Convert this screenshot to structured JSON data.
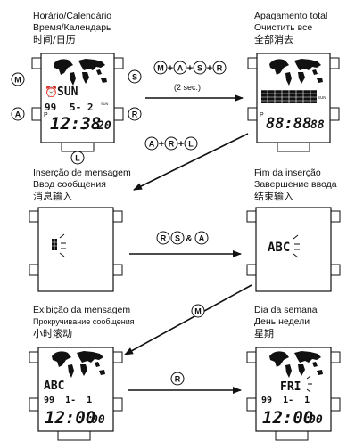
{
  "captions": {
    "p1": {
      "pt": "Horário/Calendário",
      "ru": "Время/Календарь",
      "cn": "时间/日历"
    },
    "p2": {
      "pt": "Apagamento total",
      "ru": "Очистить все",
      "cn": "全部消去"
    },
    "p3": {
      "pt": "Inserção de mensagem",
      "ru": "Ввод сообщения",
      "cn": "消息输入"
    },
    "p4": {
      "pt": "Fim da inserção",
      "ru": "Завершение ввода",
      "cn": "结束输入"
    },
    "p5": {
      "pt": "Exibição da mensagem",
      "ru": "Прокручивание сообщения",
      "cn": "小时滚动"
    },
    "p6": {
      "pt": "Dia da semana",
      "ru": "День недели",
      "cn": "星期"
    }
  },
  "buttons": {
    "M": "M",
    "S": "S",
    "A": "A",
    "R": "R",
    "L": "L"
  },
  "arrows": {
    "a1_combo": [
      "M",
      "A",
      "S",
      "R"
    ],
    "a1_note": "(2 sec.)",
    "a2_combo": [
      "A",
      "R",
      "L"
    ],
    "a3_combo": [
      "R",
      "S",
      "A"
    ],
    "a3_amp": "&",
    "a4_btn": "M",
    "a5_btn": "R"
  },
  "watch1": {
    "weekday": "SUN",
    "month": "99",
    "day": "5- 2",
    "time": "12:38",
    "seconds": "20",
    "pm": "P",
    "sun_mark": "SUN"
  },
  "watch2": {
    "sun_mark": "SUN",
    "pm": "P",
    "time": "88:88",
    "seconds": "88"
  },
  "watch3": {
    "cursor": "▮"
  },
  "watch4": {
    "text": "ABC"
  },
  "watch5": {
    "text": "ABC",
    "row2": "99  1-  1",
    "time": "12:00",
    "seconds": "00"
  },
  "watch6": {
    "text": "FRI",
    "row2": "99  1-  1",
    "time": "12:00",
    "seconds": "00"
  }
}
